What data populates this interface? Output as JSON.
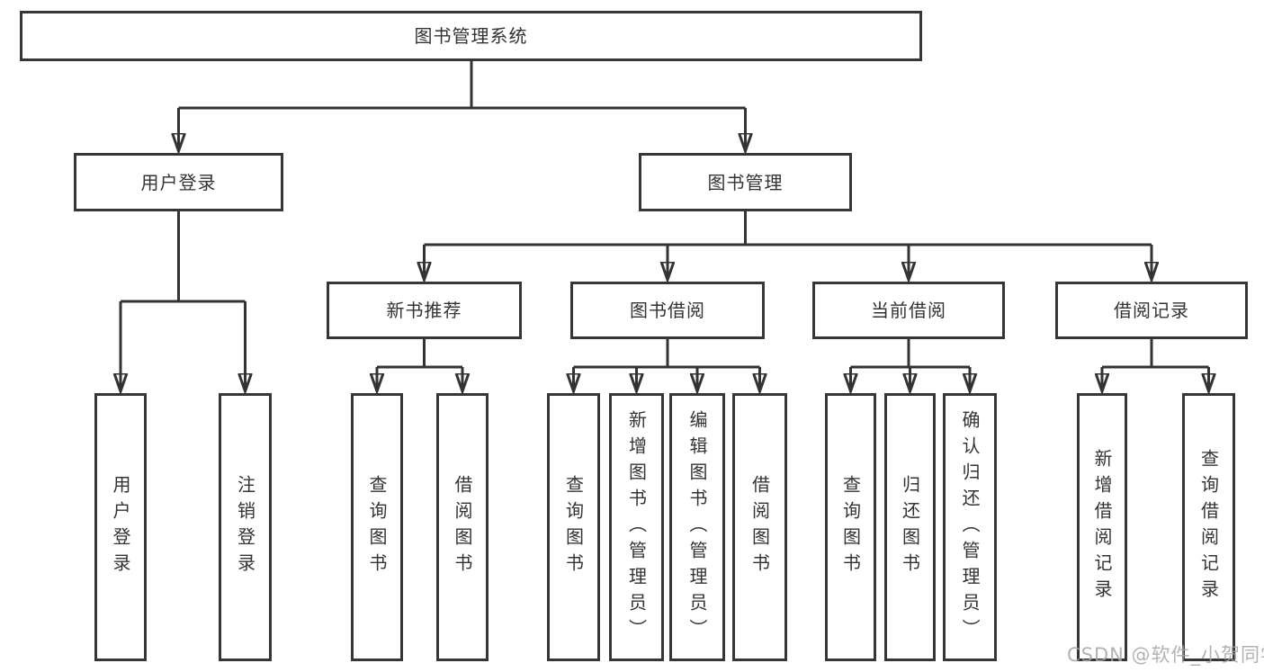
{
  "tree": {
    "root": {
      "label": "图书管理系统"
    },
    "branches": [
      {
        "label": "用户登录",
        "leaves": [
          "用户登录",
          "注销登录"
        ]
      },
      {
        "label": "图书管理",
        "sections": [
          {
            "label": "新书推荐",
            "leaves": [
              "查询图书",
              "借阅图书"
            ]
          },
          {
            "label": "图书借阅",
            "leaves": [
              "查询图书",
              "新增图书（管理员）",
              "编辑图书（管理员）",
              "借阅图书"
            ]
          },
          {
            "label": "当前借阅",
            "leaves": [
              "查询图书",
              "归还图书",
              "确认归还（管理员）"
            ]
          },
          {
            "label": "借阅记录",
            "leaves": [
              "新增借阅记录",
              "查询借阅记录"
            ]
          }
        ]
      }
    ]
  },
  "watermark": {
    "text": "CSDN @软件_小贺同学"
  },
  "colors": {
    "line": "#333333",
    "box_border": "#363636",
    "box_background": "#ffffff",
    "text": "#333333",
    "watermark": "#a4a4a4"
  }
}
